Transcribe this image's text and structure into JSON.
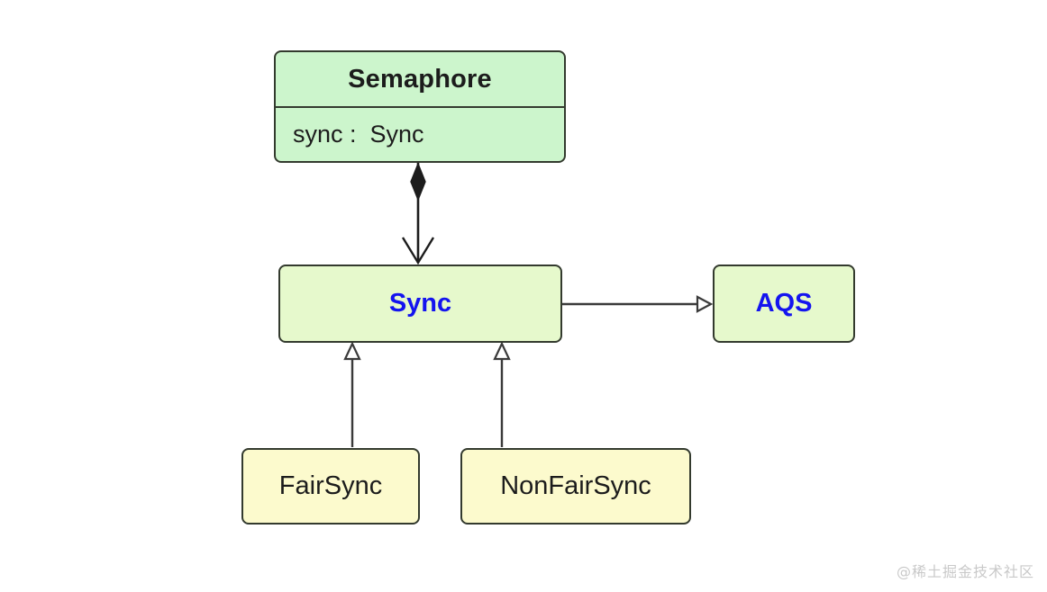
{
  "diagram": {
    "type": "uml-class-diagram",
    "background_color": "#ffffff",
    "nodes": [
      {
        "id": "semaphore",
        "title": "Semaphore",
        "attributes": [
          "sync :  Sync"
        ],
        "fill_color": "#ccf5cc",
        "border_color": "#333a2e",
        "title_color": "#1c1c1c"
      },
      {
        "id": "sync",
        "title": "Sync",
        "fill_color": "#e6f9cc",
        "border_color": "#333a2e",
        "title_color": "#1414ef"
      },
      {
        "id": "aqs",
        "title": "AQS",
        "fill_color": "#e6f9cc",
        "border_color": "#333a2e",
        "title_color": "#1414ef"
      },
      {
        "id": "fairsync",
        "title": "FairSync",
        "fill_color": "#fcfacd",
        "border_color": "#333a2e",
        "title_color": "#1c1c1c"
      },
      {
        "id": "nonfairsync",
        "title": "NonFairSync",
        "fill_color": "#fcfacd",
        "border_color": "#333a2e",
        "title_color": "#1c1c1c"
      }
    ],
    "edges": [
      {
        "id": "semaphore-sync",
        "from": "semaphore",
        "to": "sync",
        "relation": "composition",
        "source_marker": "filled-diamond",
        "target_marker": "open-arrow",
        "color": "#1c1c1c"
      },
      {
        "id": "sync-aqs",
        "from": "sync",
        "to": "aqs",
        "relation": "generalization",
        "source_marker": "none",
        "target_marker": "hollow-triangle",
        "color": "#3a3a3a"
      },
      {
        "id": "fairsync-sync",
        "from": "fairsync",
        "to": "sync",
        "relation": "generalization",
        "source_marker": "none",
        "target_marker": "hollow-triangle",
        "color": "#3a3a3a"
      },
      {
        "id": "nonfairsync-sync",
        "from": "nonfairsync",
        "to": "sync",
        "relation": "generalization",
        "source_marker": "none",
        "target_marker": "hollow-triangle",
        "color": "#3a3a3a"
      }
    ]
  },
  "watermark": {
    "text": "@稀土掘金技术社区",
    "color": "#c9c9c9"
  }
}
